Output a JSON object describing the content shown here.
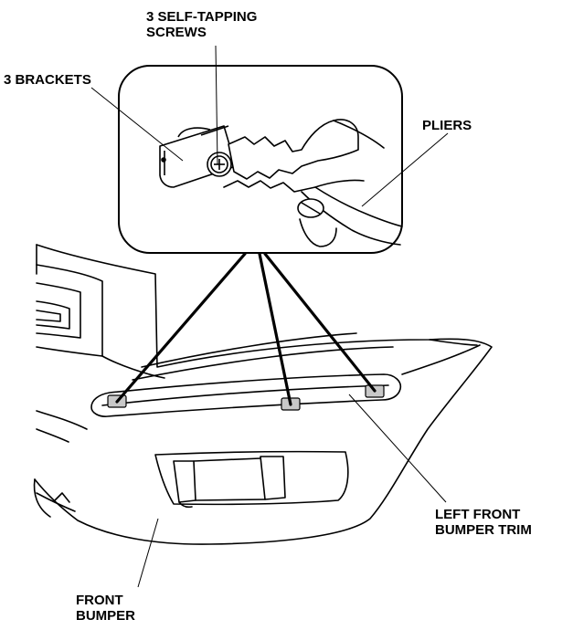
{
  "labels": {
    "screws": [
      "3 SELF-TAPPING",
      "SCREWS"
    ],
    "brackets": [
      "3 BRACKETS"
    ],
    "pliers": [
      "PLIERS"
    ],
    "trim": [
      "LEFT FRONT",
      "BUMPER TRIM"
    ],
    "bumper": [
      "FRONT",
      "BUMPER"
    ]
  },
  "colors": {
    "line": "#000000",
    "fill": "#ffffff",
    "bracket_fill": "#c8c8c8"
  }
}
